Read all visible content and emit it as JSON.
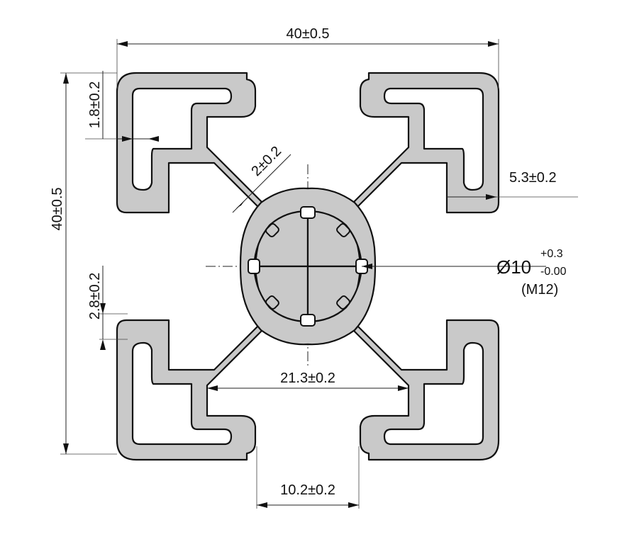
{
  "drawing": {
    "dimensions": {
      "overall_width": "40±0.5",
      "overall_height": "40±0.5",
      "wall_top": "1.8±0.2",
      "rib_thickness": "2±0.2",
      "slot_offset": "5.3±0.2",
      "bore_symbol": "Ø10",
      "bore_tol_upper": "+0.3",
      "bore_tol_lower": "-0.00",
      "thread": "(M12)",
      "wall_side": "2.8±0.2",
      "inner_span": "21.3±0.2",
      "slot_width": "10.2±0.2"
    },
    "colors": {
      "profile_fill": "#c9c9c9",
      "outline": "#111111"
    }
  }
}
